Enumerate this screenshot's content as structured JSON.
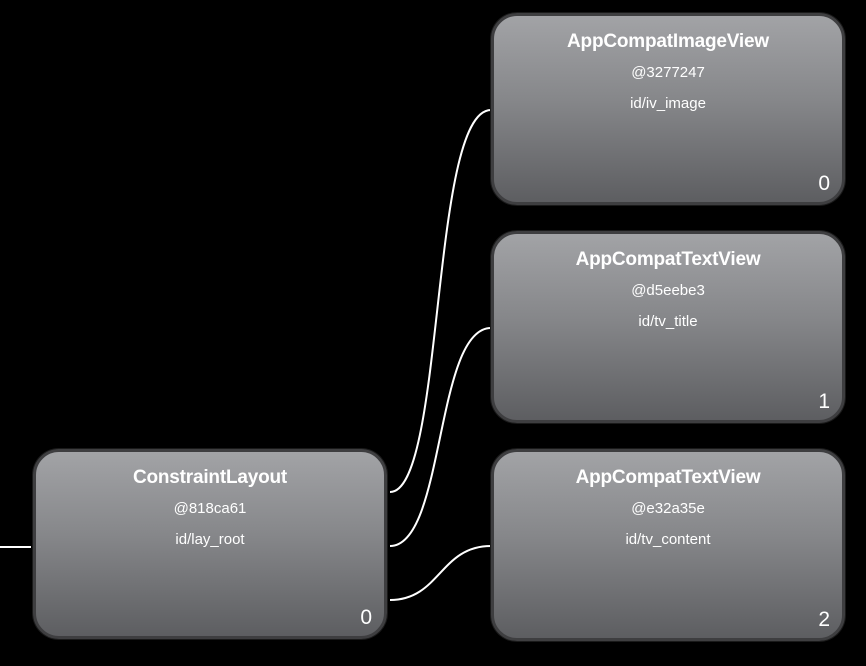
{
  "nodes": {
    "root": {
      "class_name": "ConstraintLayout",
      "hash": "@818ca61",
      "id": "id/lay_root",
      "index": "0"
    },
    "image": {
      "class_name": "AppCompatImageView",
      "hash": "@3277247",
      "id": "id/iv_image",
      "index": "0"
    },
    "title": {
      "class_name": "AppCompatTextView",
      "hash": "@d5eebe3",
      "id": "id/tv_title",
      "index": "1"
    },
    "content": {
      "class_name": "AppCompatTextView",
      "hash": "@e32a35e",
      "id": "id/tv_content",
      "index": "2"
    }
  },
  "colors": {
    "background": "#000000",
    "connector": "#ffffff",
    "node_border": "#3e3e40",
    "node_text": "#ffffff"
  }
}
